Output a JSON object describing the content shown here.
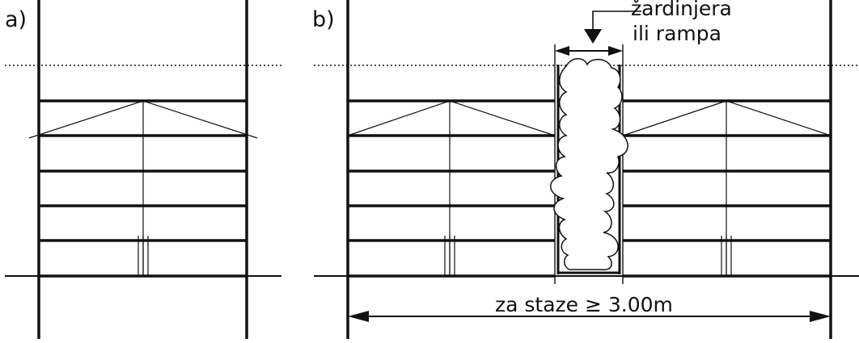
{
  "panel_a": {
    "label": "a)"
  },
  "panel_b": {
    "label": "b)"
  },
  "callout": {
    "line1": "žardinjera",
    "line2": "ili rampa"
  },
  "dimension": {
    "text": "za staze ≥ 3.00m"
  },
  "colors": {
    "ink": "#111111",
    "paper": "#ffffff"
  }
}
